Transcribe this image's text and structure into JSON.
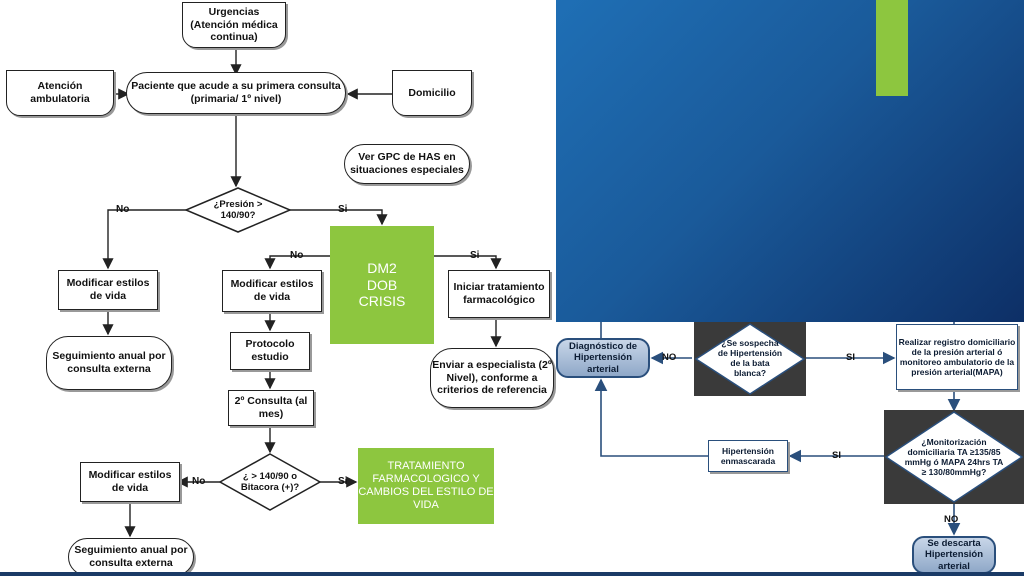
{
  "left": {
    "urgencias": "Urgencias (Atención médica continua)",
    "atencion": "Atención ambulatoria",
    "paciente": "Paciente que acude a su primera consulta (primaria/ 1º nivel)",
    "domicilio": "Domicilio",
    "ver_gpc": "Ver GPC de HAS en situaciones especiales",
    "presion": "¿Presión > 140/90?",
    "no": "No",
    "si": "Si",
    "modificar1": "Modificar estilos de vida",
    "seguimiento1": "Seguimiento anual por consulta externa",
    "modificar2": "Modificar estilos de vida",
    "protocolo": "Protocolo estudio",
    "segunda": "2º Consulta (al mes)",
    "bitacora": "¿ > 140/90 o Bitacora (+)?",
    "modificar3": "Modificar estilos de vida",
    "seguimiento2": "Seguimiento anual por consulta externa",
    "iniciar": "Iniciar tratamiento farmacológico",
    "enviar": "Enviar a especialista (2º Nivel), conforme a criterios de referencia",
    "dm2": "DM2\nDOB\nCRISIS",
    "tratamiento": "TRATAMIENTO FARMACOLOGICO Y CAMBIOS DEL ESTILO DE VIDA"
  },
  "right": {
    "diagnostico": "Diagnóstico de Hipertensión arterial",
    "sospecha": "¿Se sospecha de Hipertensión de la bata blanca?",
    "registro": "Realizar registro domiciliario de la presión arterial ó monitoreo ambulatorio de la presión arterial(MAPA)",
    "monitorizacion": "¿Monitorización domiciliaria TA ≥135/85 mmHg ó MAPA 24hrs TA ≥ 130/80mmHg?",
    "enmascarada": "Hipertensión enmascarada",
    "descarta": "Se descarta Hipertensión arterial",
    "no": "NO",
    "si": "SI"
  },
  "colors": {
    "green": "#8dc63f",
    "blue": "#1a5a9a"
  }
}
